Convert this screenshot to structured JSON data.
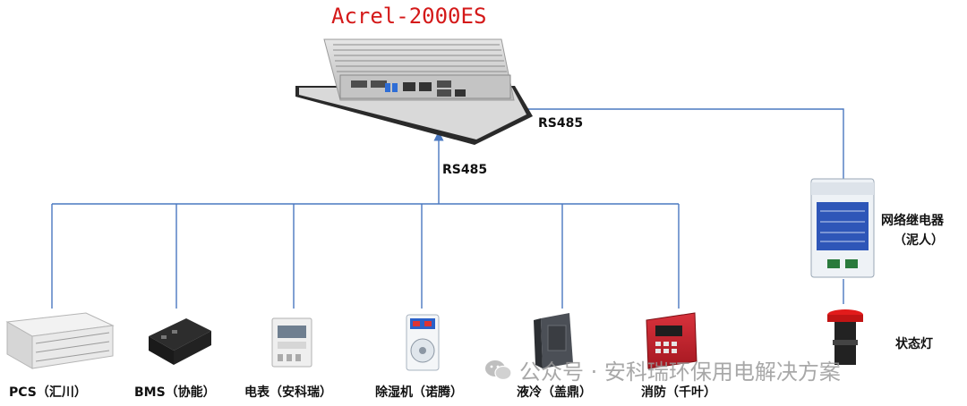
{
  "title": "Acrel-2000ES",
  "protocols": {
    "bus": "RS485",
    "relay_link": "RS485"
  },
  "devices": [
    {
      "id": "pcs",
      "label": "PCS（汇川）"
    },
    {
      "id": "bms",
      "label": "BMS（协能）"
    },
    {
      "id": "meter",
      "label": "电表（安科瑞）"
    },
    {
      "id": "dehumidifier",
      "label": "除湿机（诺腾）"
    },
    {
      "id": "liquid-cooling",
      "label": "液冷（盖鼎）"
    },
    {
      "id": "fire",
      "label": "消防（千叶）"
    }
  ],
  "relay": {
    "label_line1": "网络继电器",
    "label_line2": "（泥人）"
  },
  "status_light": {
    "label": "状态灯"
  },
  "watermark": {
    "text": "公众号 · 安科瑞环保用电解决方案"
  },
  "colors": {
    "line": "#4a78c0",
    "title": "#d41919"
  }
}
